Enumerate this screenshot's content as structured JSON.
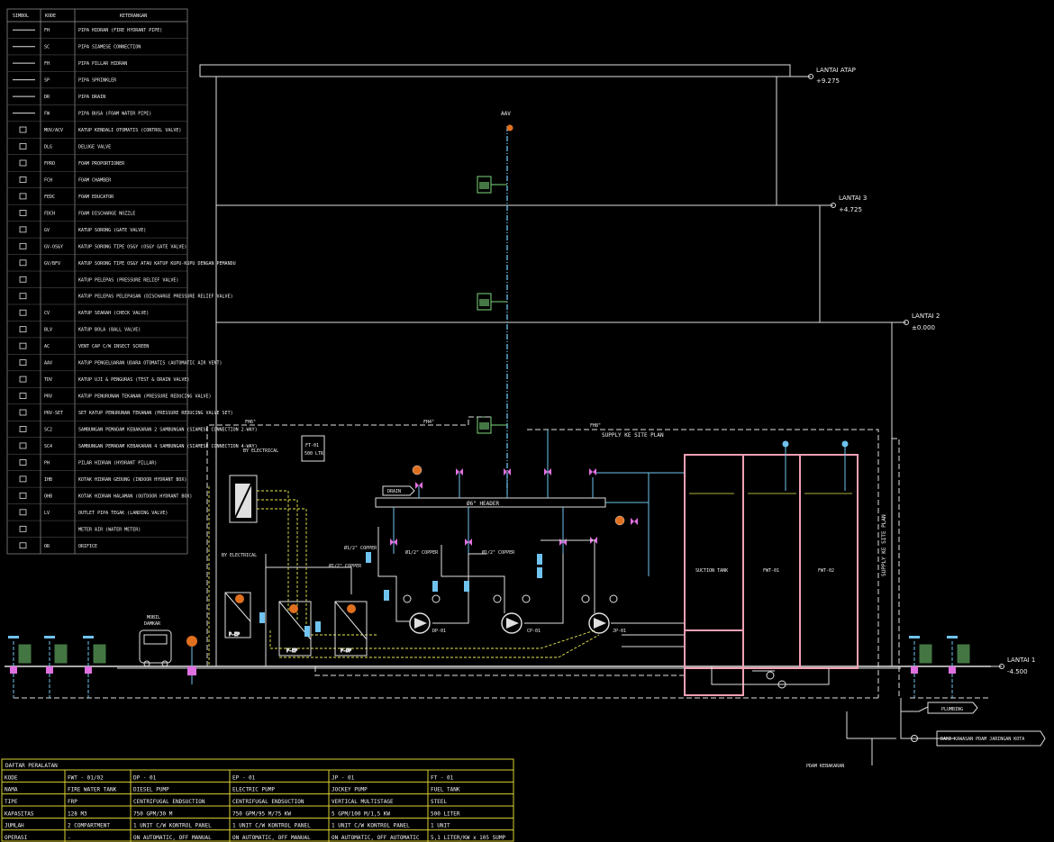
{
  "colors": {
    "background": "#000000",
    "building": "#e0e0e0",
    "pipe_blue": "#6fc3ee",
    "pipe_yellow": "#e8e850",
    "tank": "#f2a0b4",
    "valve_magenta": "#e070e0",
    "green_box": "#7dd87d",
    "table_border": "#d8d030",
    "table_fill": "#000000"
  },
  "legend": {
    "headers": [
      "SIMBOL",
      "KODE",
      "KETERANGAN"
    ],
    "rows": [
      {
        "kode": "FH",
        "ket": "PIPA HIDRAN (FIRE HYDRANT PIPE)"
      },
      {
        "kode": "SC",
        "ket": "PIPA SIAMESE CONNECTION"
      },
      {
        "kode": "FH",
        "ket": "PIPA PILLAR HIDRAN"
      },
      {
        "kode": "SP",
        "ket": "PIPA SPRINKLER"
      },
      {
        "kode": "DR",
        "ket": "PIPA DRAIN"
      },
      {
        "kode": "FW",
        "ket": "PIPA BUSA (FOAM WATER PIPE)"
      },
      {
        "kode": "MOV/ACV",
        "ket": "KATUP KENDALI OTOMATIS (CONTROL VALVE)"
      },
      {
        "kode": "DLG",
        "ket": "DELUGE VALVE"
      },
      {
        "kode": "FPRO",
        "ket": "FOAM PROPORTIONER"
      },
      {
        "kode": "FCH",
        "ket": "FOAM CHAMBER"
      },
      {
        "kode": "FEDC",
        "ket": "FOAM EDUCATOR"
      },
      {
        "kode": "FDCH",
        "ket": "FOAM DISCHARGE NOZZLE"
      },
      {
        "kode": "GV",
        "ket": "KATUP SORONG (GATE VALVE)"
      },
      {
        "kode": "GV-OS&Y",
        "ket": "KATUP SORONG TIPE OS&Y (OS&Y GATE VALVE)"
      },
      {
        "kode": "GV/BFV",
        "ket": "KATUP SORONG TIPE OS&Y ATAU KATUP KUPU-KUPU DENGAN PEMANDU"
      },
      {
        "kode": "",
        "ket": "KATUP PELEPAS (PRESSURE RELIEF VALVE)"
      },
      {
        "kode": "",
        "ket": "KATUP PELEPAS PELEPASAN (DISCHARGE PRESSURE RELIEF VALVE)"
      },
      {
        "kode": "CV",
        "ket": "KATUP SEARAH (CHECK VALVE)"
      },
      {
        "kode": "BLV",
        "ket": "KATUP BOLA (BALL VALVE)"
      },
      {
        "kode": "AC",
        "ket": "VENT CAP C/W INSECT SCREEN"
      },
      {
        "kode": "AAV",
        "ket": "KATUP PENGELUARAN UDARA OTOMATIS (AUTOMATIC AIR VENT)"
      },
      {
        "kode": "TDV",
        "ket": "KATUP UJI & PENGURAS (TEST & DRAIN VALVE)"
      },
      {
        "kode": "PRV",
        "ket": "KATUP PENURUNAN TEKANAN (PRESSURE REDUCING VALVE)"
      },
      {
        "kode": "PRV-SET",
        "ket": "SET KATUP PENURUNAN TEKANAN (PRESSURE REDUCING VALVE SET)"
      },
      {
        "kode": "SC2",
        "ket": "SAMBUNGAN PEMADAM KEBAKARAN 2 SAMBUNGAN (SIAMESE CONNECTION 2-WAY)"
      },
      {
        "kode": "SC4",
        "ket": "SAMBUNGAN PEMADAM KEBAKARAN 4 SAMBUNGAN (SIAMESE CONNECTION 4-WAY)"
      },
      {
        "kode": "PH",
        "ket": "PILAR HIDRAN (HYDRANT PILLAR)"
      },
      {
        "kode": "IHB",
        "ket": "KOTAK HIDRAN GEDUNG (INDOOR HYDRANT BOX)"
      },
      {
        "kode": "OHB",
        "ket": "KOTAK HIDRAN HALAMAN (OUTDOOR HYDRANT BOX)"
      },
      {
        "kode": "LV",
        "ket": "OUTLET PIPA TEGAK (LANDING VALVE)"
      },
      {
        "kode": "",
        "ket": "METER AIR (WATER METER)"
      },
      {
        "kode": "OR",
        "ket": "ORIFICE"
      }
    ]
  },
  "levels": [
    {
      "name": "LANTAI ATAP",
      "elev": "+9.275"
    },
    {
      "name": "LANTAI 3",
      "elev": "+4.725"
    },
    {
      "name": "LANTAI 2",
      "elev": "±0.000"
    },
    {
      "name": "LANTAI 1",
      "elev": "-4.500"
    }
  ],
  "labels": {
    "aav": "AAV",
    "supply_site": "SUPPLY KE SITE PLAN",
    "supply_site_v": "SUPPLY KE SITE PLAN",
    "header": "Ø6\" HEADER",
    "by_electrical_1": "BY ELECTRICAL",
    "by_electrical_2": "BY ELECTRICAL",
    "ft01": "FT-01",
    "ft01_cap": "500 LTR",
    "drain": "DRAIN",
    "suction_tank": "SUCTION TANK",
    "fwt01": "FWT-01",
    "fwt02": "FWT-02",
    "mobil": "MOBIL",
    "mobil2": "DAMKAR",
    "plumbing": "PLUMBING",
    "dari_kawasan": "DARI KAWASAN PDAM JARINGAN KOTA",
    "pdam": "PDAM KEBAKARAN",
    "copper1": "Ø1/2\" COPPER",
    "copper2": "Ø1/2\" COPPER",
    "copper3": "Ø1/2\" COPPER",
    "copper4": "Ø1/2\" COPPER",
    "cp": "CP-01",
    "dp": "DP-01",
    "jp": "JP-01",
    "pp": "P-EP",
    "pp2": "P-DP",
    "pipe_fh6": "FH6\"",
    "pipe_fh4": "FH4\"",
    "pipe_fh8": "FH8\""
  },
  "equipment_table": {
    "title": "DAFTAR PERALATAN",
    "rows": [
      [
        "KODE",
        "FWT - 01/02",
        "DP - 01",
        "EP - 01",
        "JP - 01",
        "FT - 01"
      ],
      [
        "NAMA",
        "FIRE WATER TANK",
        "DIESEL PUMP",
        "ELECTRIC PUMP",
        "JOCKEY PUMP",
        "FUEL TANK"
      ],
      [
        "TIPE",
        "FRP",
        "CENTRIFUGAL ENDSUCTION",
        "CENTRIFUGAL ENDSUCTION",
        "VERTICAL MULTISTAGE",
        "STEEL"
      ],
      [
        "KAPASITAS",
        "128 M3",
        "750 GPM/30 M",
        "750 GPM/95 M/75 KW",
        "5 GPM/100 M/1,5 KW",
        "500 LITER"
      ],
      [
        "JUMLAH",
        "2 COMPARTMENT",
        "1 UNIT C/W KONTROL PANEL",
        "1 UNIT C/W KONTROL PANEL",
        "1 UNIT C/W KONTROL PANEL",
        "1 UNIT"
      ],
      [
        "OPERASI",
        "-",
        "ON AUTOMATIC, OFF MANUAL",
        "ON AUTOMATIC, OFF MANUAL",
        "ON AUTOMATIC, OFF AUTOMATIC",
        "5,1 LITER/KW x 105 SUMP"
      ]
    ]
  }
}
